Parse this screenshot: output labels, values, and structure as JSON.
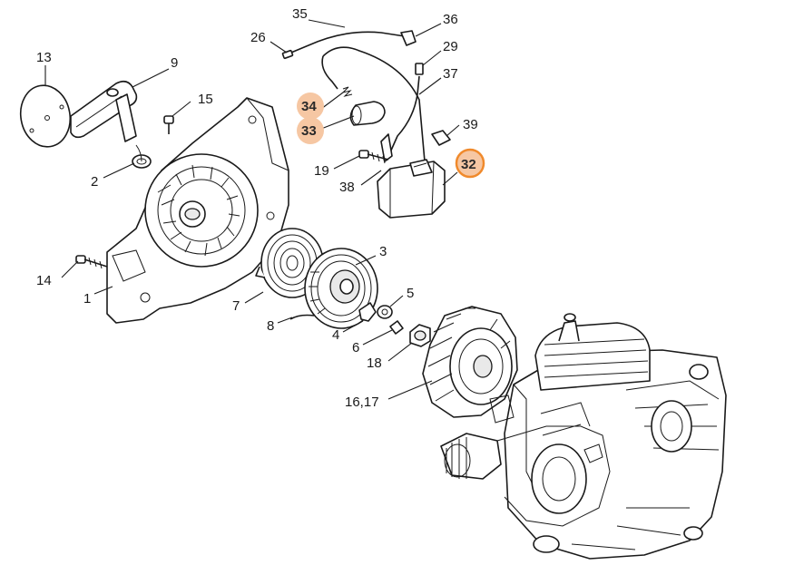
{
  "labels": {
    "l1": "1",
    "l2": "2",
    "l3": "3",
    "l4": "4",
    "l5": "5",
    "l6": "6",
    "l7": "7",
    "l8": "8",
    "l9": "9",
    "l13": "13",
    "l14": "14",
    "l15": "15",
    "l1617": "16,17",
    "l18": "18",
    "l19": "19",
    "l26": "26",
    "l29": "29",
    "l32": "32",
    "l33": "33",
    "l34": "34",
    "l35": "35",
    "l36": "36",
    "l37": "37",
    "l38": "38",
    "l39": "39"
  },
  "highlight": {
    "ring_color": "#f08a2c",
    "fill_color": "#f6c7a3",
    "selected_part": "32",
    "marked_parts": [
      "33",
      "34"
    ]
  }
}
